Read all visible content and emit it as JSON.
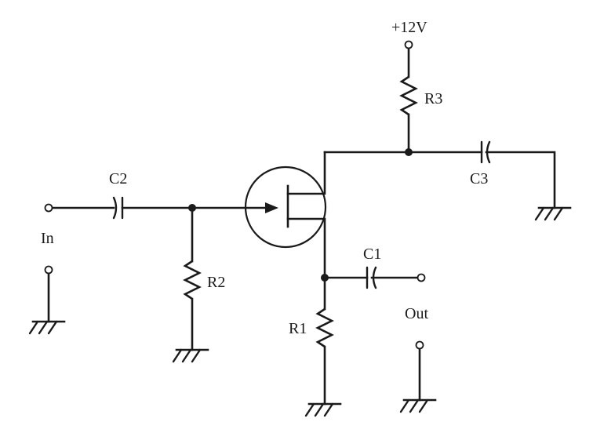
{
  "labels": {
    "supply": "+12V",
    "r3": "R3",
    "c3": "C3",
    "c2": "C2",
    "input": "In",
    "r2": "R2",
    "c1": "C1",
    "r1": "R1",
    "output": "Out"
  }
}
